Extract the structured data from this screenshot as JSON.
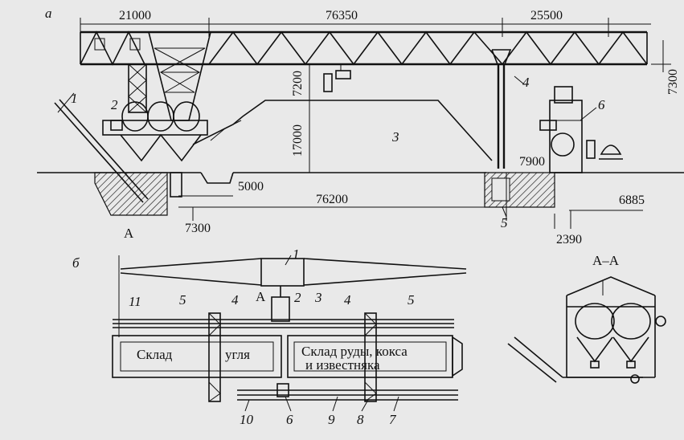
{
  "labels": {
    "view_a": "а",
    "view_b": "б",
    "section": "А–А",
    "section_mark": "А"
  },
  "dimensions": {
    "d21000": "21000",
    "d76350": "76350",
    "d25500": "25500",
    "d7200": "7200",
    "d17000": "17000",
    "d7300_right": "7300",
    "d7900": "7900",
    "d5000": "5000",
    "d76200": "76200",
    "d7300_bottom": "7300",
    "d6885": "6885",
    "d2390": "2390"
  },
  "parts_a": [
    "1",
    "2",
    "3",
    "4",
    "5",
    "6"
  ],
  "parts_b": [
    "1",
    "2",
    "3",
    "4",
    "5",
    "11",
    "10",
    "6",
    "9",
    "8",
    "7"
  ],
  "store_labels": {
    "coal_1": "Склад",
    "coal_2": "угля",
    "ore_1": "Склад руды, кокса",
    "ore_2": "и известняка"
  }
}
